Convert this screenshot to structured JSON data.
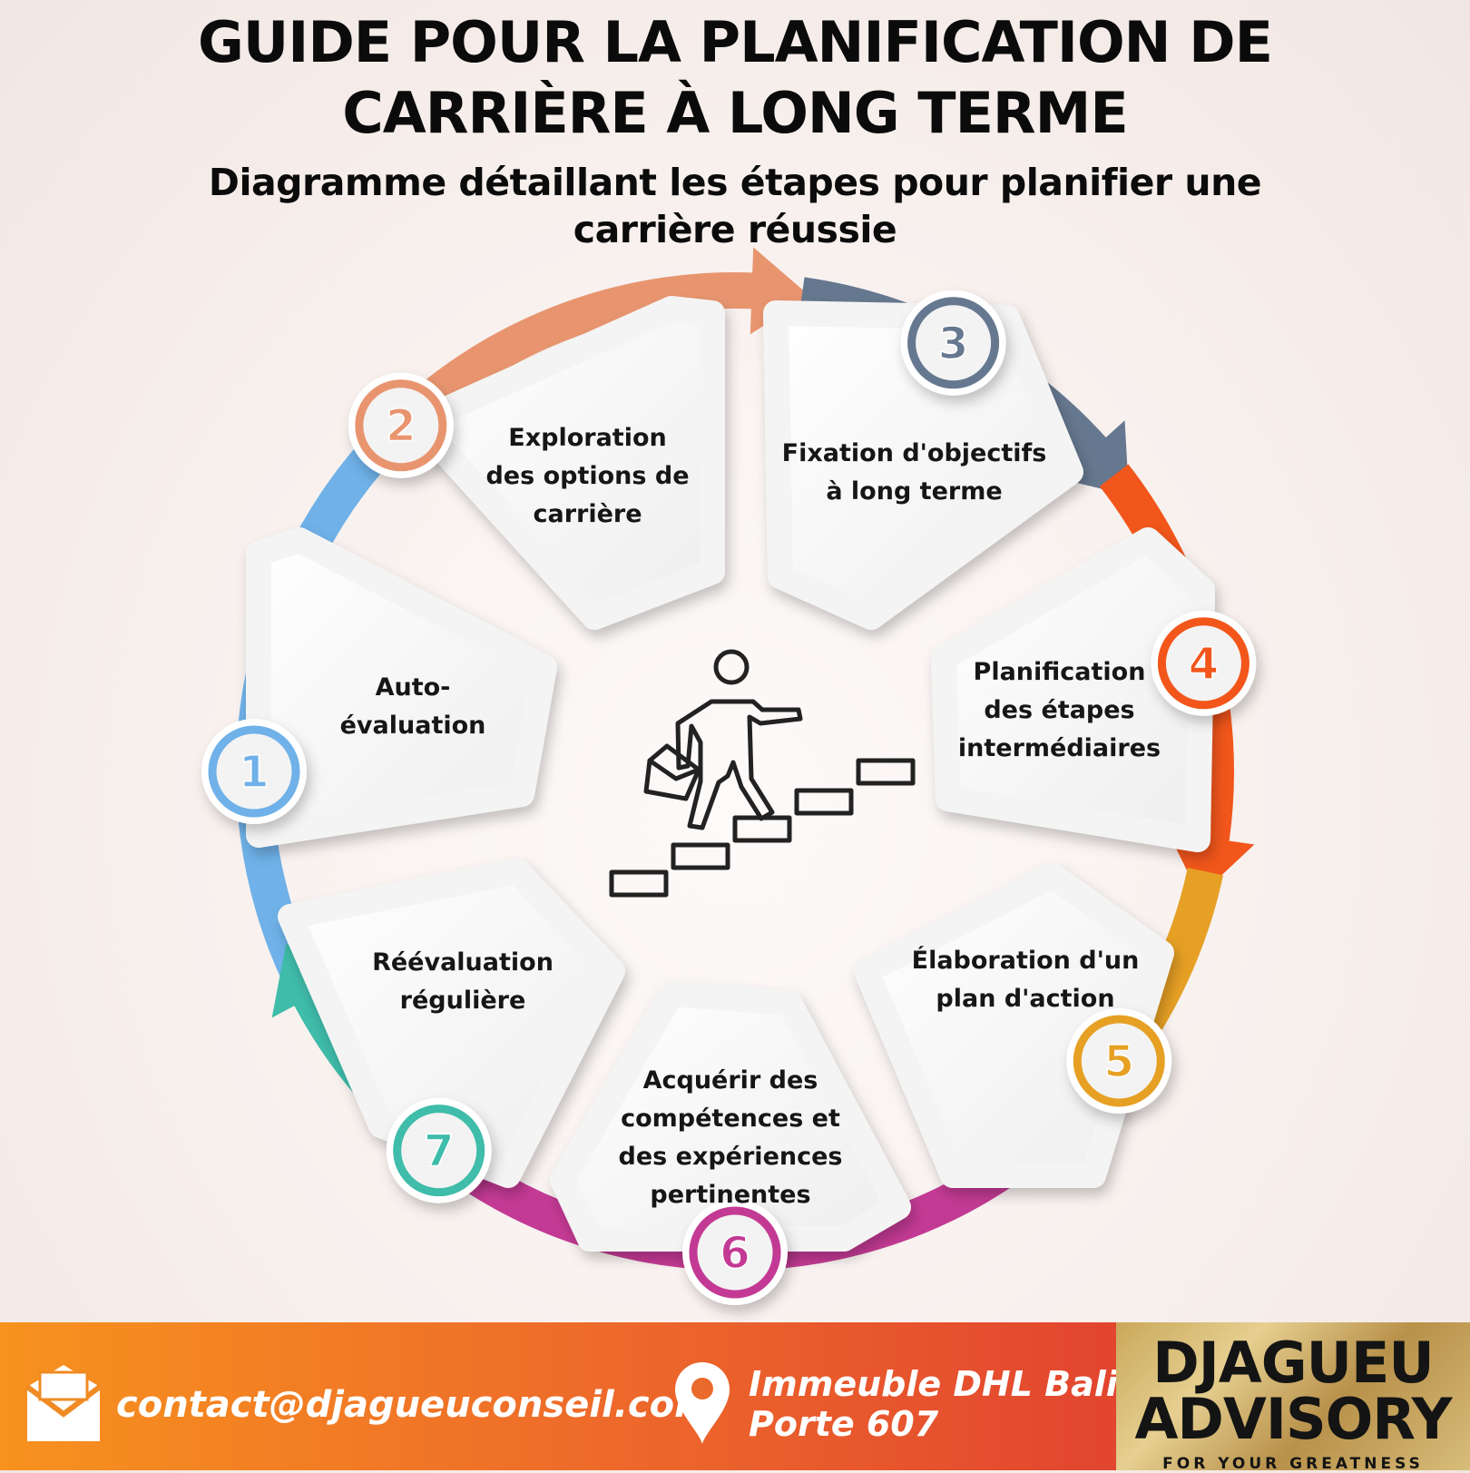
{
  "header": {
    "title_line1": "GUIDE POUR LA PLANIFICATION DE",
    "title_line2": "CARRIÈRE À LONG TERME",
    "subtitle_line1": "Diagramme détaillant les étapes pour planifier une",
    "subtitle_line2": "carrière réussie"
  },
  "steps": [
    {
      "number": "1",
      "lines": [
        "Auto-",
        "évaluation"
      ],
      "color": "#6fb1e8"
    },
    {
      "number": "2",
      "lines": [
        "Exploration",
        "des options de",
        "carrière"
      ],
      "color": "#e8956f"
    },
    {
      "number": "3",
      "lines": [
        "Fixation d'objectifs",
        "à long terme"
      ],
      "color": "#66788f"
    },
    {
      "number": "4",
      "lines": [
        "Planification",
        "des étapes",
        "intermédiaires"
      ],
      "color": "#f2561b"
    },
    {
      "number": "5",
      "lines": [
        "Élaboration d'un",
        "plan d'action"
      ],
      "color": "#e6a024"
    },
    {
      "number": "6",
      "lines": [
        "Acquérir des",
        "compétences et",
        "des expériences",
        "pertinentes"
      ],
      "color": "#c33a94"
    },
    {
      "number": "7",
      "lines": [
        "Réévaluation",
        "régulière"
      ],
      "color": "#3fbcaa"
    }
  ],
  "center_icon": "businessman-climbing-stairs-icon",
  "footer": {
    "email": "contact@djagueuconseil.com",
    "address_line1": "Immeuble DHL Bali,",
    "address_line2": "Porte 607",
    "email_icon": "envelope-icon",
    "location_icon": "map-pin-icon",
    "brand_line1": "DJAGUEU",
    "brand_line2": "ADVISORY",
    "brand_tagline": "FOR YOUR GREATNESS"
  }
}
